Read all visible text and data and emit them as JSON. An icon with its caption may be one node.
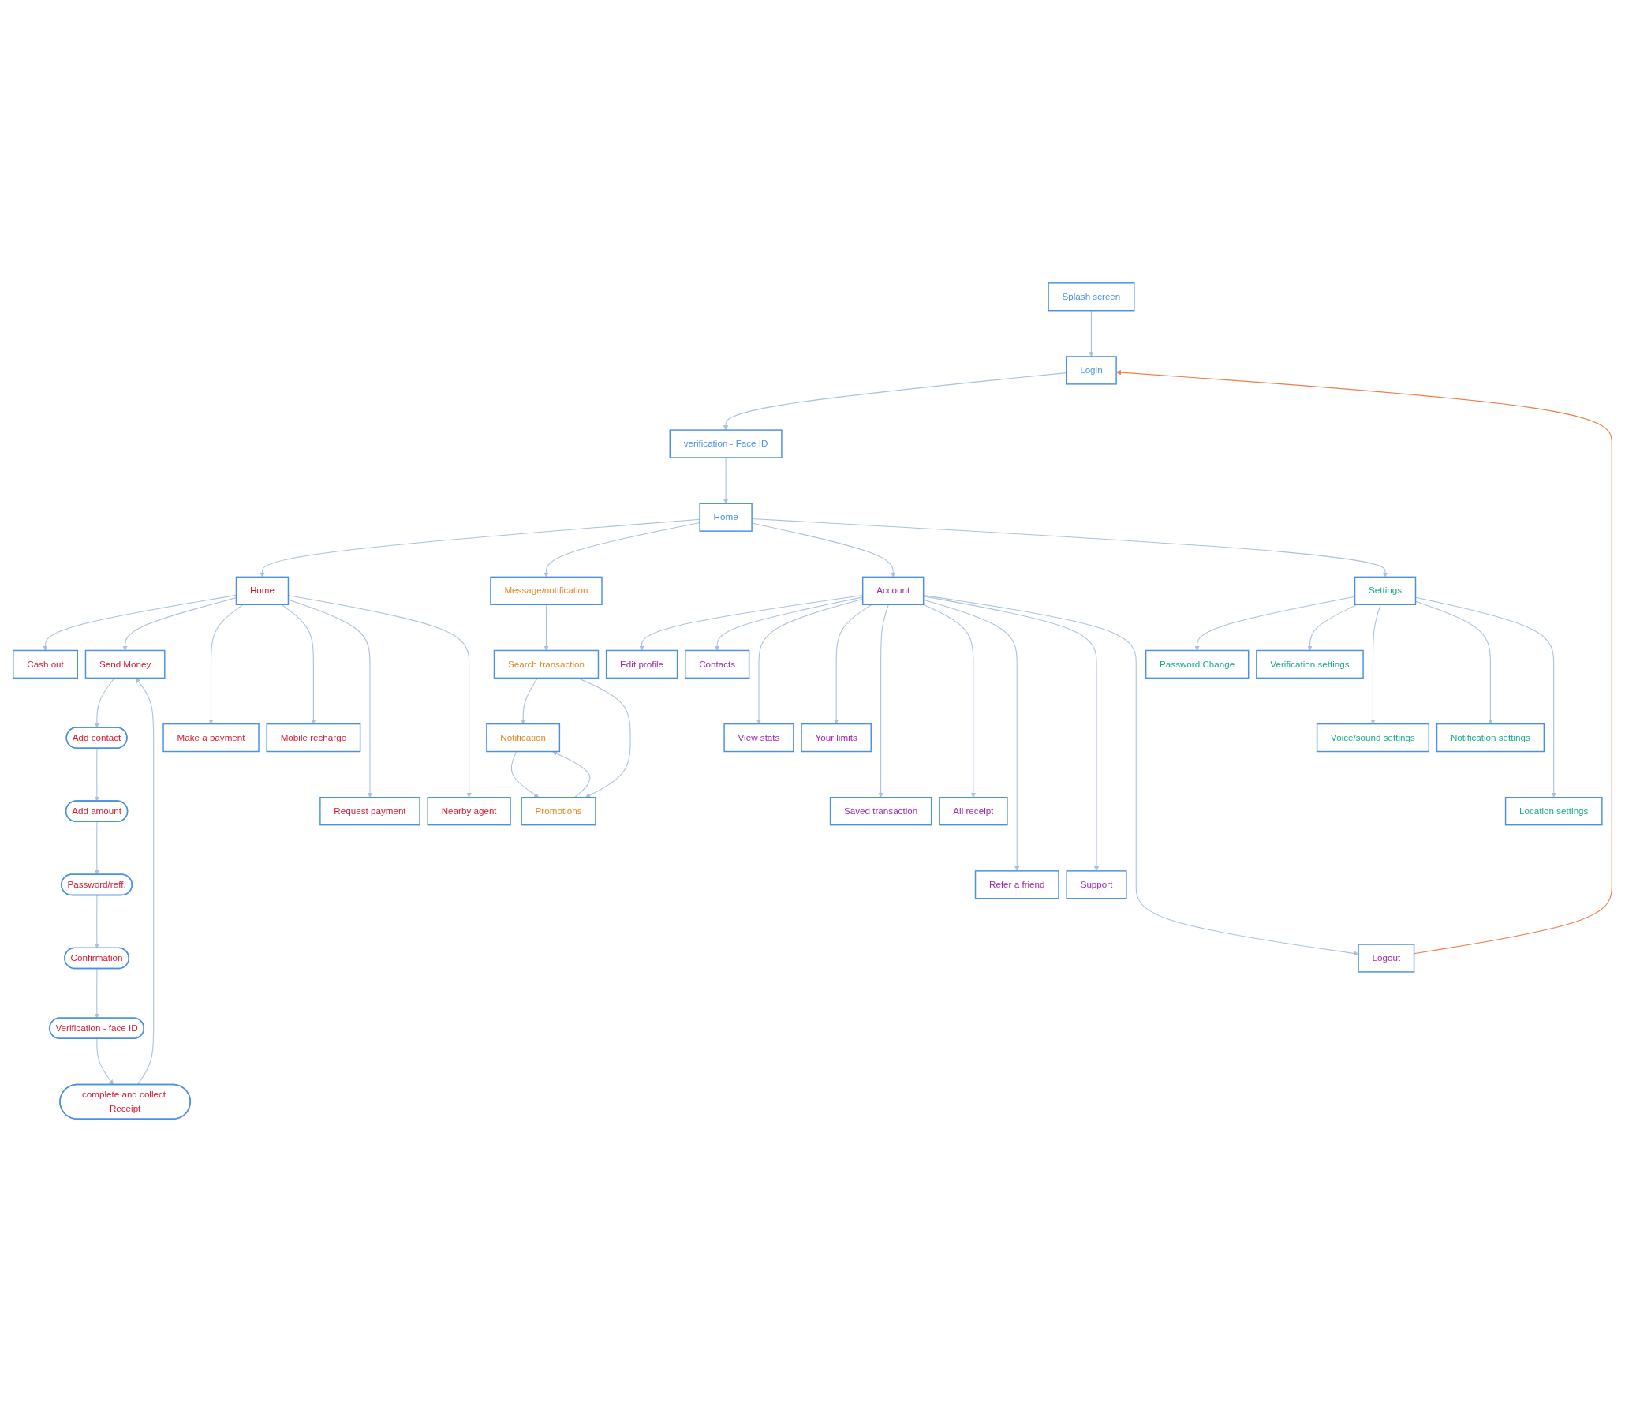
{
  "diagram": {
    "nodes": [
      {
        "text": [
          "Splash screen"
        ]
      },
      {
        "text": [
          "Login"
        ]
      },
      {
        "text": [
          "verification - Face ID"
        ]
      },
      {
        "text": [
          "Home"
        ]
      },
      {
        "text": [
          "Home"
        ]
      },
      {
        "text": [
          "Message/notification"
        ]
      },
      {
        "text": [
          "Account"
        ]
      },
      {
        "text": [
          "Settings"
        ]
      },
      {
        "text": [
          "Cash out"
        ]
      },
      {
        "text": [
          "Send Money"
        ]
      },
      {
        "text": [
          "Add contact"
        ]
      },
      {
        "text": [
          "Search transaction"
        ]
      },
      {
        "text": [
          "Edit profile"
        ]
      },
      {
        "text": [
          "Contacts"
        ]
      },
      {
        "text": [
          "Password Change"
        ]
      },
      {
        "text": [
          "Verification settings"
        ]
      },
      {
        "text": [
          "Make a payment"
        ]
      },
      {
        "text": [
          "Mobile recharge"
        ]
      },
      {
        "text": [
          "Add amount"
        ]
      },
      {
        "text": [
          "Notification"
        ]
      },
      {
        "text": [
          "Promotions"
        ]
      },
      {
        "text": [
          "View stats"
        ]
      },
      {
        "text": [
          "Your limits"
        ]
      },
      {
        "text": [
          "Voice/sound settings"
        ]
      },
      {
        "text": [
          "Notification settings"
        ]
      },
      {
        "text": [
          "Request payment"
        ]
      },
      {
        "text": [
          "Nearby agent"
        ]
      },
      {
        "text": [
          "Password/reff."
        ]
      },
      {
        "text": [
          "Saved transaction"
        ]
      },
      {
        "text": [
          "All receipt"
        ]
      },
      {
        "text": [
          "Location settings"
        ]
      },
      {
        "text": [
          "Confirmation"
        ]
      },
      {
        "text": [
          "Refer a friend"
        ]
      },
      {
        "text": [
          "Support"
        ]
      },
      {
        "text": [
          "Verification - face ID"
        ]
      },
      {
        "text": [
          "Logout"
        ]
      },
      {
        "text": [
          "complete and collect Receipt"
        ]
      }
    ],
    "edges": [
      {
        "from": 0,
        "to": 1,
        "arrow": "to"
      },
      {
        "from": 1,
        "to": 2,
        "arrow": "to"
      },
      {
        "from": 2,
        "to": 3,
        "arrow": "to"
      },
      {
        "from": 3,
        "to": 4,
        "arrow": "to"
      },
      {
        "from": 3,
        "to": 5,
        "arrow": "to"
      },
      {
        "from": 3,
        "to": 6,
        "arrow": "to"
      },
      {
        "from": 3,
        "to": 7,
        "arrow": "to"
      },
      {
        "from": 4,
        "to": 8,
        "arrow": "to"
      },
      {
        "from": 4,
        "to": 9,
        "arrow": "to"
      },
      {
        "from": 4,
        "to": 16,
        "arrow": "to"
      },
      {
        "from": 4,
        "to": 17,
        "arrow": "to"
      },
      {
        "from": 4,
        "to": 25,
        "arrow": "to"
      },
      {
        "from": 4,
        "to": 26,
        "arrow": "to"
      },
      {
        "from": 9,
        "to": 10,
        "arrow": "to"
      },
      {
        "from": 10,
        "to": 18,
        "arrow": "to"
      },
      {
        "from": 18,
        "to": 27,
        "arrow": "to"
      },
      {
        "from": 27,
        "to": 31,
        "arrow": "to"
      },
      {
        "from": 31,
        "to": 34,
        "arrow": "to"
      },
      {
        "from": 34,
        "to": 36,
        "arrow": "to"
      },
      {
        "from": 36,
        "to": 9,
        "arrow": "to"
      },
      {
        "from": 5,
        "to": 11,
        "arrow": "to"
      },
      {
        "from": 11,
        "to": 19,
        "arrow": "to"
      },
      {
        "from": 11,
        "to": 20,
        "arrow": "to"
      },
      {
        "from": 20,
        "to": 19,
        "arrow": "to"
      },
      {
        "from": 19,
        "to": 20,
        "arrow": "to"
      },
      {
        "from": 6,
        "to": 12,
        "arrow": "to"
      },
      {
        "from": 6,
        "to": 13,
        "arrow": "to"
      },
      {
        "from": 6,
        "to": 21,
        "arrow": "to"
      },
      {
        "from": 6,
        "to": 22,
        "arrow": "to"
      },
      {
        "from": 6,
        "to": 28,
        "arrow": "to"
      },
      {
        "from": 6,
        "to": 29,
        "arrow": "to"
      },
      {
        "from": 6,
        "to": 32,
        "arrow": "to"
      },
      {
        "from": 6,
        "to": 33,
        "arrow": "to"
      },
      {
        "from": 6,
        "to": 35,
        "arrow": "to"
      },
      {
        "from": 35,
        "to": 1,
        "arrow": "to",
        "color": "#f07c45"
      },
      {
        "from": 7,
        "to": 14,
        "arrow": "to"
      },
      {
        "from": 7,
        "to": 15,
        "arrow": "to"
      },
      {
        "from": 7,
        "to": 23,
        "arrow": "to"
      },
      {
        "from": 7,
        "to": 24,
        "arrow": "to"
      },
      {
        "from": 7,
        "to": 30,
        "arrow": "to"
      }
    ]
  }
}
